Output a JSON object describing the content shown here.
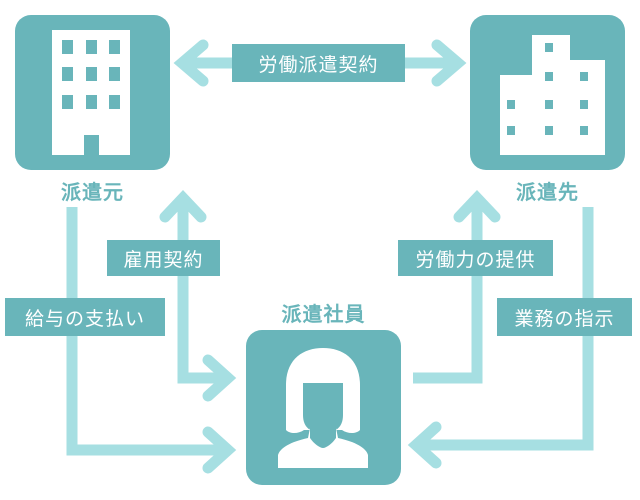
{
  "nodes": {
    "dispatcher": "派遣元",
    "client": "派遣先",
    "employee": "派遣社員"
  },
  "relations": {
    "top": "労働派遣契約",
    "employment_contract": "雇用契約",
    "salary_payment": "給与の支払い",
    "labor_provision": "労働力の提供",
    "work_instruction": "業務の指示"
  },
  "colors": {
    "box": "#69b5ba",
    "arrow": "#a6dfe2"
  }
}
